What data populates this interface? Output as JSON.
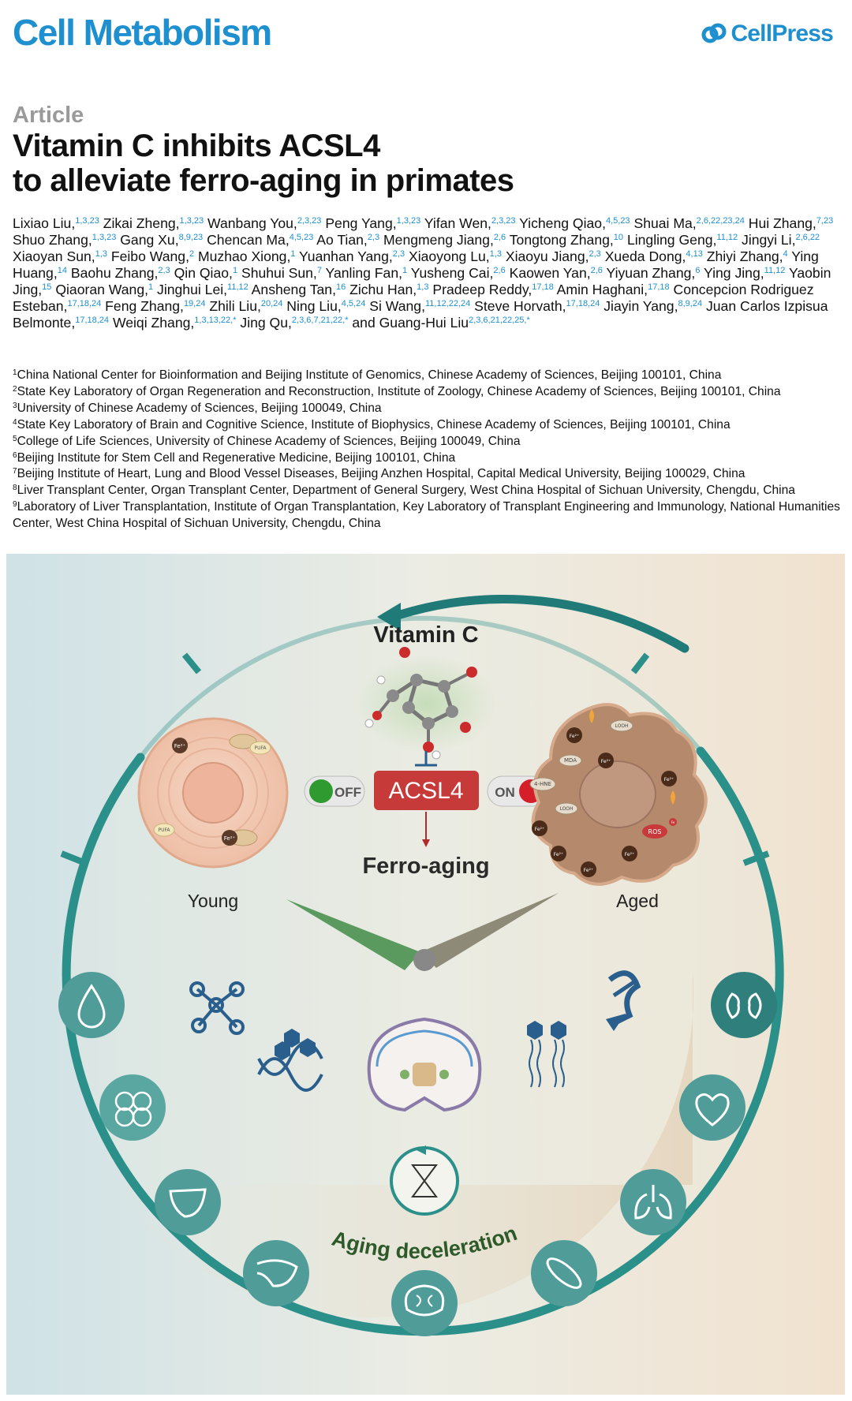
{
  "header": {
    "journal": "Cell Metabolism",
    "publisher": "CellPress"
  },
  "article": {
    "type": "Article",
    "title_line1": "Vitamin C inhibits ACSL4",
    "title_line2": "to alleviate ferro-aging in primates"
  },
  "authors": [
    {
      "name": "Lixiao Liu,",
      "sup": "1,3,23"
    },
    {
      "name": "Zikai Zheng,",
      "sup": "1,3,23"
    },
    {
      "name": "Wanbang You,",
      "sup": "2,3,23"
    },
    {
      "name": "Peng Yang,",
      "sup": "1,3,23"
    },
    {
      "name": "Yifan Wen,",
      "sup": "2,3,23"
    },
    {
      "name": "Yicheng Qiao,",
      "sup": "4,5,23"
    },
    {
      "name": "Shuai Ma,",
      "sup": "2,6,22,23,24"
    },
    {
      "name": "Hui Zhang,",
      "sup": "7,23"
    },
    {
      "name": "Shuo Zhang,",
      "sup": "1,3,23"
    },
    {
      "name": "Gang Xu,",
      "sup": "8,9,23"
    },
    {
      "name": "Chencan Ma,",
      "sup": "4,5,23"
    },
    {
      "name": "Ao Tian,",
      "sup": "2,3"
    },
    {
      "name": "Mengmeng Jiang,",
      "sup": "2,6"
    },
    {
      "name": "Tongtong Zhang,",
      "sup": "10"
    },
    {
      "name": "Lingling Geng,",
      "sup": "11,12"
    },
    {
      "name": "Jingyi Li,",
      "sup": "2,6,22"
    },
    {
      "name": "Xiaoyan Sun,",
      "sup": "1,3"
    },
    {
      "name": "Feibo Wang,",
      "sup": "2"
    },
    {
      "name": "Muzhao Xiong,",
      "sup": "1"
    },
    {
      "name": "Yuanhan Yang,",
      "sup": "2,3"
    },
    {
      "name": "Xiaoyong Lu,",
      "sup": "1,3"
    },
    {
      "name": "Xiaoyu Jiang,",
      "sup": "2,3"
    },
    {
      "name": "Xueda Dong,",
      "sup": "4,13"
    },
    {
      "name": "Zhiyi Zhang,",
      "sup": "4"
    },
    {
      "name": "Ying Huang,",
      "sup": "14"
    },
    {
      "name": "Baohu Zhang,",
      "sup": "2,3"
    },
    {
      "name": "Qin Qiao,",
      "sup": "1"
    },
    {
      "name": "Shuhui Sun,",
      "sup": "7"
    },
    {
      "name": "Yanling Fan,",
      "sup": "1"
    },
    {
      "name": "Yusheng Cai,",
      "sup": "2,6"
    },
    {
      "name": "Kaowen Yan,",
      "sup": "2,6"
    },
    {
      "name": "Yiyuan Zhang,",
      "sup": "6"
    },
    {
      "name": "Ying Jing,",
      "sup": "11,12"
    },
    {
      "name": "Yaobin Jing,",
      "sup": "15"
    },
    {
      "name": "Qiaoran Wang,",
      "sup": "1"
    },
    {
      "name": "Jinghui Lei,",
      "sup": "11,12"
    },
    {
      "name": "Ansheng Tan,",
      "sup": "16"
    },
    {
      "name": "Zichu Han,",
      "sup": "1,3"
    },
    {
      "name": "Pradeep Reddy,",
      "sup": "17,18"
    },
    {
      "name": "Amin Haghani,",
      "sup": "17,18"
    },
    {
      "name": "Concepcion Rodriguez Esteban,",
      "sup": "17,18,24"
    },
    {
      "name": "Feng Zhang,",
      "sup": "19,24"
    },
    {
      "name": "Zhili Liu,",
      "sup": "20,24"
    },
    {
      "name": "Ning Liu,",
      "sup": "4,5,24"
    },
    {
      "name": "Si Wang,",
      "sup": "11,12,22,24"
    },
    {
      "name": "Steve Horvath,",
      "sup": "17,18,24"
    },
    {
      "name": "Jiayin Yang,",
      "sup": "8,9,24"
    },
    {
      "name": "Juan Carlos Izpisua Belmonte,",
      "sup": "17,18,24"
    },
    {
      "name": "Weiqi Zhang,",
      "sup": "1,3,13,22,*"
    },
    {
      "name": "Jing Qu,",
      "sup": "2,3,6,7,21,22,*"
    },
    {
      "name": "and Guang-Hui Liu",
      "sup": "2,3,6,21,22,25,*"
    }
  ],
  "affiliations": [
    {
      "num": "1",
      "text": "China National Center for Bioinformation and Beijing Institute of Genomics, Chinese Academy of Sciences, Beijing 100101, China"
    },
    {
      "num": "2",
      "text": "State Key Laboratory of Organ Regeneration and Reconstruction, Institute of Zoology, Chinese Academy of Sciences, Beijing 100101, China"
    },
    {
      "num": "3",
      "text": "University of Chinese Academy of Sciences, Beijing 100049, China"
    },
    {
      "num": "4",
      "text": "State Key Laboratory of Brain and Cognitive Science, Institute of Biophysics, Chinese Academy of Sciences, Beijing 100101, China"
    },
    {
      "num": "5",
      "text": "College of Life Sciences, University of Chinese Academy of Sciences, Beijing 100049, China"
    },
    {
      "num": "6",
      "text": "Beijing Institute for Stem Cell and Regenerative Medicine, Beijing 100101, China"
    },
    {
      "num": "7",
      "text": "Beijing Institute of Heart, Lung and Blood Vessel Diseases, Beijing Anzhen Hospital, Capital Medical University, Beijing 100029, China"
    },
    {
      "num": "8",
      "text": "Liver Transplant Center, Organ Transplant Center, Department of General Surgery, West China Hospital of Sichuan University, Chengdu, China"
    },
    {
      "num": "9",
      "text": "Laboratory of Liver Transplantation, Institute of Organ Transplantation, Key Laboratory of Transplant Engineering and Immunology, National Humanities Center, West China Hospital of Sichuan University, Chengdu, China"
    }
  ],
  "graphical_abstract": {
    "compound": "Vitamin C",
    "target": "ACSL4",
    "switch_off": "OFF",
    "switch_on": "ON",
    "outcome": "Ferro-aging",
    "young_label": "Young",
    "aged_label": "Aged",
    "deceleration": "Aging deceleration",
    "labels": {
      "fe": "Fe²⁺",
      "fe_short": "Fe",
      "pufa": "PUFA",
      "looh": "LOOH",
      "mda": "MDA",
      "hne": "4-HNE",
      "ros": "ROS"
    },
    "colors": {
      "teal": "#2b8f8a",
      "dark_teal": "#1f7a78",
      "acsl4_red": "#c73a3a",
      "dark_green": "#2e5a2a",
      "blue_icon": "#2a5e8c",
      "off_green": "#2f9a2f",
      "on_red": "#d41f2a",
      "young_cell": "#f2c9b2",
      "aged_cell": "#b58a6c"
    },
    "icons": [
      "water-drop-icon",
      "cell-cluster-icon",
      "liver-icon",
      "pancreas-icon",
      "brain-icon",
      "muscle-icon",
      "lung-icon",
      "heart-icon",
      "kidney-icon",
      "molecular-network-icon",
      "dna-icon",
      "lipid-membrane-icon",
      "protein-icon",
      "hourglass-icon",
      "brain-section-icon"
    ]
  }
}
